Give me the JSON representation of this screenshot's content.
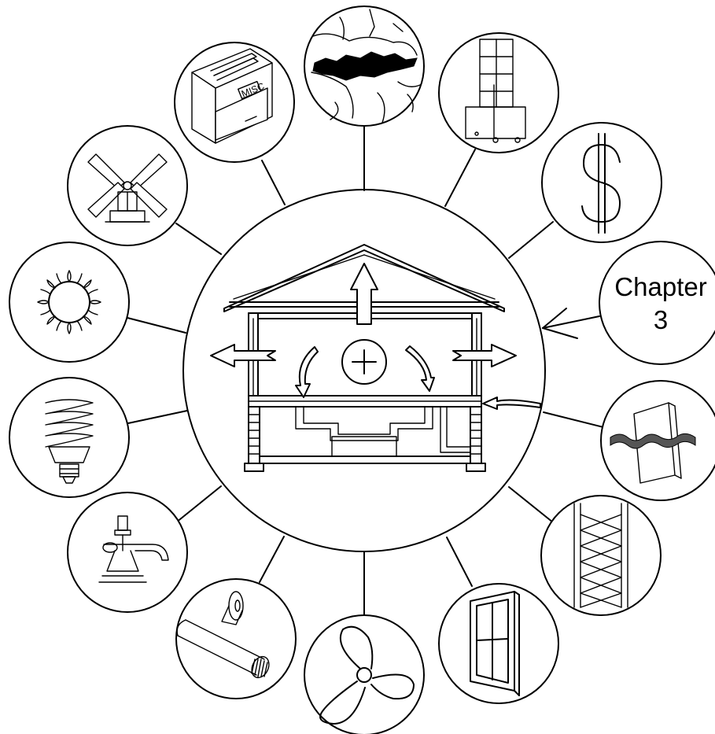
{
  "diagram": {
    "center": {
      "topic": "house-energy-flow",
      "symbol": "+"
    },
    "chapter_marker": {
      "line1": "Chapter",
      "line2": "3"
    },
    "file_cabinet": {
      "drawer_label": "MISC"
    },
    "spokes": [
      "regional-map-icon",
      "duct-chase-icon",
      "dollar-icon",
      "chapter-3-marker",
      "air-barrier-icon",
      "insulation-batt-icon",
      "window-icon",
      "ceiling-fan-icon",
      "duct-and-tape-icon",
      "faucet-icon",
      "cfl-bulb-icon",
      "sun-icon",
      "windmill-icon",
      "file-cabinet-icon"
    ],
    "colors": {
      "line": "#000000",
      "background": "#ffffff"
    }
  }
}
